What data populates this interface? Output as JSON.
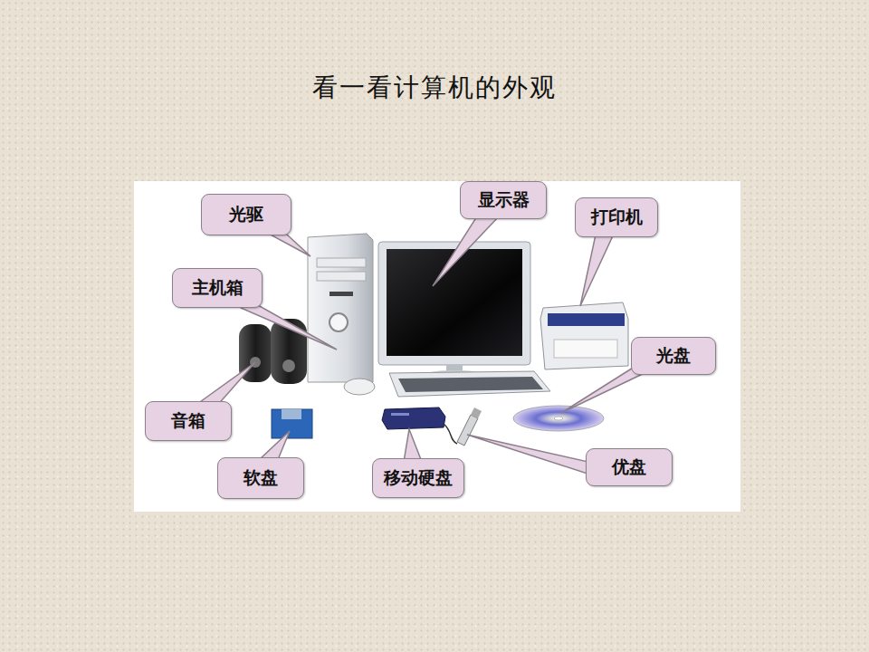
{
  "diagram": {
    "title": "看一看计算机的外观",
    "nodes": [
      {
        "text": [
          "光驱"
        ]
      },
      {
        "text": [
          "显示器"
        ]
      },
      {
        "text": [
          "打印机"
        ]
      },
      {
        "text": [
          "主机箱"
        ]
      },
      {
        "text": [
          "音箱"
        ]
      },
      {
        "text": [
          "光盘"
        ]
      },
      {
        "text": [
          "软盘"
        ]
      },
      {
        "text": [
          "移动硬盘"
        ]
      },
      {
        "text": [
          "优盘"
        ]
      }
    ]
  }
}
